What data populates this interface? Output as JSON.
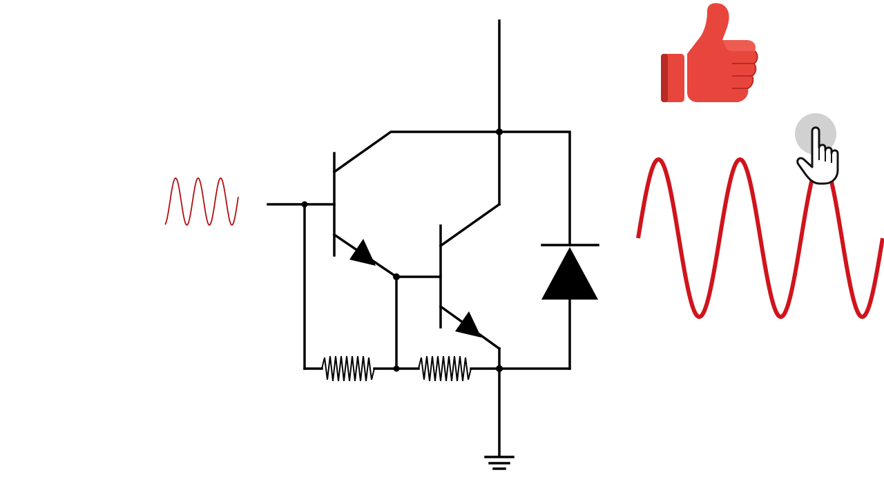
{
  "diagram": {
    "kind": "darlington-pair-transistor-circuit",
    "components": [
      {
        "id": "q1",
        "type": "npn-transistor"
      },
      {
        "id": "q2",
        "type": "npn-transistor"
      },
      {
        "id": "r1",
        "type": "resistor"
      },
      {
        "id": "r2",
        "type": "resistor"
      },
      {
        "id": "d1",
        "type": "diode"
      },
      {
        "id": "gnd",
        "type": "ground"
      }
    ]
  },
  "signals": {
    "input": {
      "type": "sine",
      "cycles": 3,
      "amplitude_label": "small"
    },
    "output": {
      "type": "sine",
      "cycles": 3,
      "amplitude_label": "large"
    }
  },
  "colors": {
    "wire": "#000000",
    "input_wave": "#b10e12",
    "output_wave": "#d0141c",
    "thumb": "#e8453d",
    "thumb_shade": "#b82a24",
    "cursor_halo": "#c9c9c9",
    "background": "#ffffff"
  },
  "icons": {
    "thumb": "thumbs-up-icon",
    "cursor": "hand-pointer-icon"
  }
}
